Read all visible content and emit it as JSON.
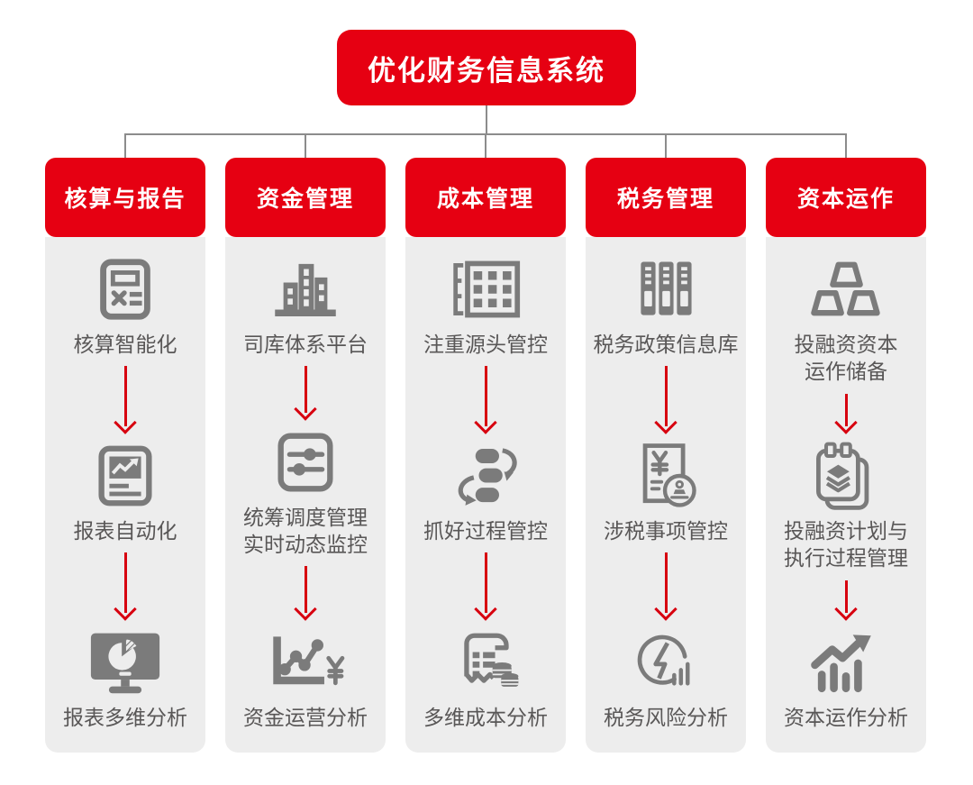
{
  "title": "优化财务信息系统",
  "colors": {
    "brand_red": "#E60012",
    "arrow_red": "#D7000F",
    "column_background": "#EDEDED",
    "icon_gray": "#7B7B7B",
    "label_gray": "#595757",
    "connector_gray": "#8C8C8C",
    "page_background": "#FFFFFF"
  },
  "columns": [
    {
      "header": "核算与报告",
      "steps": [
        {
          "icon": "calculator-icon",
          "label": "核算智能化"
        },
        {
          "icon": "report-document-icon",
          "label": "报表自动化"
        },
        {
          "icon": "monitor-pie-chart-icon",
          "label": "报表多维分析"
        }
      ]
    },
    {
      "header": "资金管理",
      "steps": [
        {
          "icon": "office-building-icon",
          "label": "司库体系平台"
        },
        {
          "icon": "sliders-icon",
          "label": "统筹调度管理\n实时动态监控"
        },
        {
          "icon": "line-chart-yen-icon",
          "label": "资金运营分析"
        }
      ]
    },
    {
      "header": "成本管理",
      "steps": [
        {
          "icon": "spreadsheet-grid-icon",
          "label": "注重源头管控"
        },
        {
          "icon": "workflow-cycle-icon",
          "label": "抓好过程管控"
        },
        {
          "icon": "receipt-coins-icon",
          "label": "多维成本分析"
        }
      ]
    },
    {
      "header": "税务管理",
      "steps": [
        {
          "icon": "binders-archive-icon",
          "label": "税务政策信息库"
        },
        {
          "icon": "tax-document-stamp-icon",
          "label": "涉税事项管控"
        },
        {
          "icon": "risk-lightning-gauge-icon",
          "label": "税务风险分析"
        }
      ]
    },
    {
      "header": "资本运作",
      "steps": [
        {
          "icon": "gold-bars-icon",
          "label": "投融资资本\n运作储备"
        },
        {
          "icon": "planning-calendar-icon",
          "label": "投融资计划与\n执行过程管理"
        },
        {
          "icon": "growth-bar-chart-icon",
          "label": "资本运作分析"
        }
      ]
    }
  ]
}
